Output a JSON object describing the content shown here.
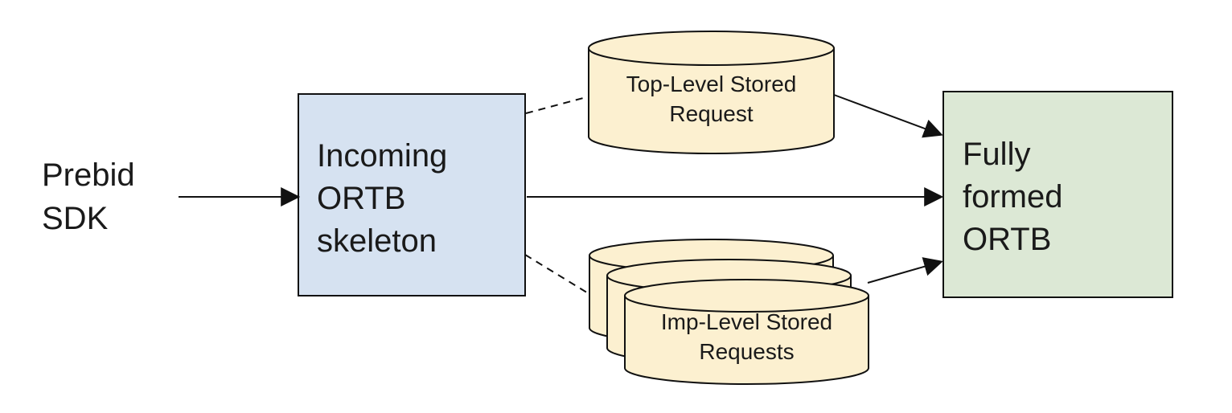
{
  "diagram": {
    "nodes": {
      "prebid_sdk": {
        "label": "Prebid\nSDK"
      },
      "incoming_ortb": {
        "label": "Incoming\nORTB\nskeleton",
        "fill": "#d6e2f1"
      },
      "top_level_stored_request": {
        "label": "Top-Level Stored\nRequest",
        "fill": "#fcf0d0"
      },
      "imp_level_stored_requests": {
        "label": "Imp-Level Stored\nRequests",
        "fill": "#fcf0d0"
      },
      "fully_formed_ortb": {
        "label": "Fully\nformed\nORTB",
        "fill": "#dce8d5"
      }
    },
    "colors": {
      "stroke": "#111111",
      "text": "#1a1a1a",
      "background": "#ffffff"
    }
  }
}
